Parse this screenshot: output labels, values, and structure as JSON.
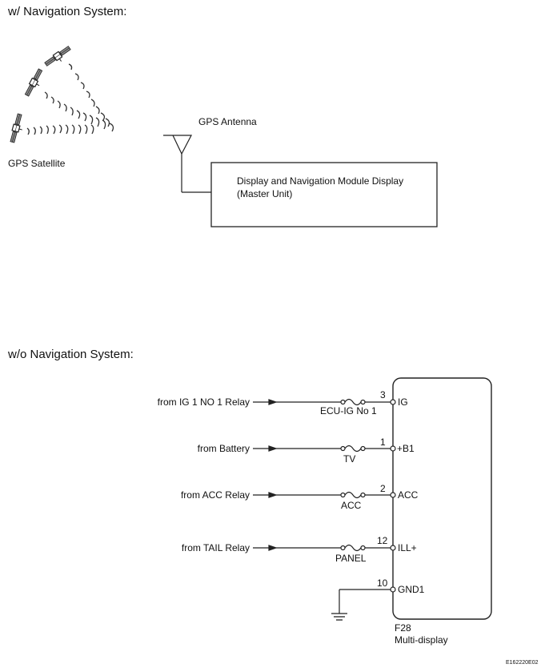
{
  "with_nav": {
    "title": "w/ Navigation System:",
    "satellite_label": "GPS Satellite",
    "antenna_label": "GPS Antenna",
    "module_line1": "Display and Navigation Module Display",
    "module_line2": "(Master Unit)"
  },
  "without_nav": {
    "title": "w/o Navigation System:",
    "connector": "F28",
    "unit": "Multi-display",
    "circuits": [
      {
        "source": "from IG 1 NO  1 Relay",
        "fuse": "ECU-IG No  1",
        "pin": "3",
        "terminal": "IG"
      },
      {
        "source": "from Battery",
        "fuse": "TV",
        "pin": "1",
        "terminal": "+B1"
      },
      {
        "source": "from ACC Relay",
        "fuse": "ACC",
        "pin": "2",
        "terminal": "ACC"
      },
      {
        "source": "from TAIL Relay",
        "fuse": "PANEL",
        "pin": "12",
        "terminal": "ILL+"
      }
    ],
    "ground": {
      "pin": "10",
      "terminal": "GND1"
    }
  },
  "figure_code": "E162220E02"
}
